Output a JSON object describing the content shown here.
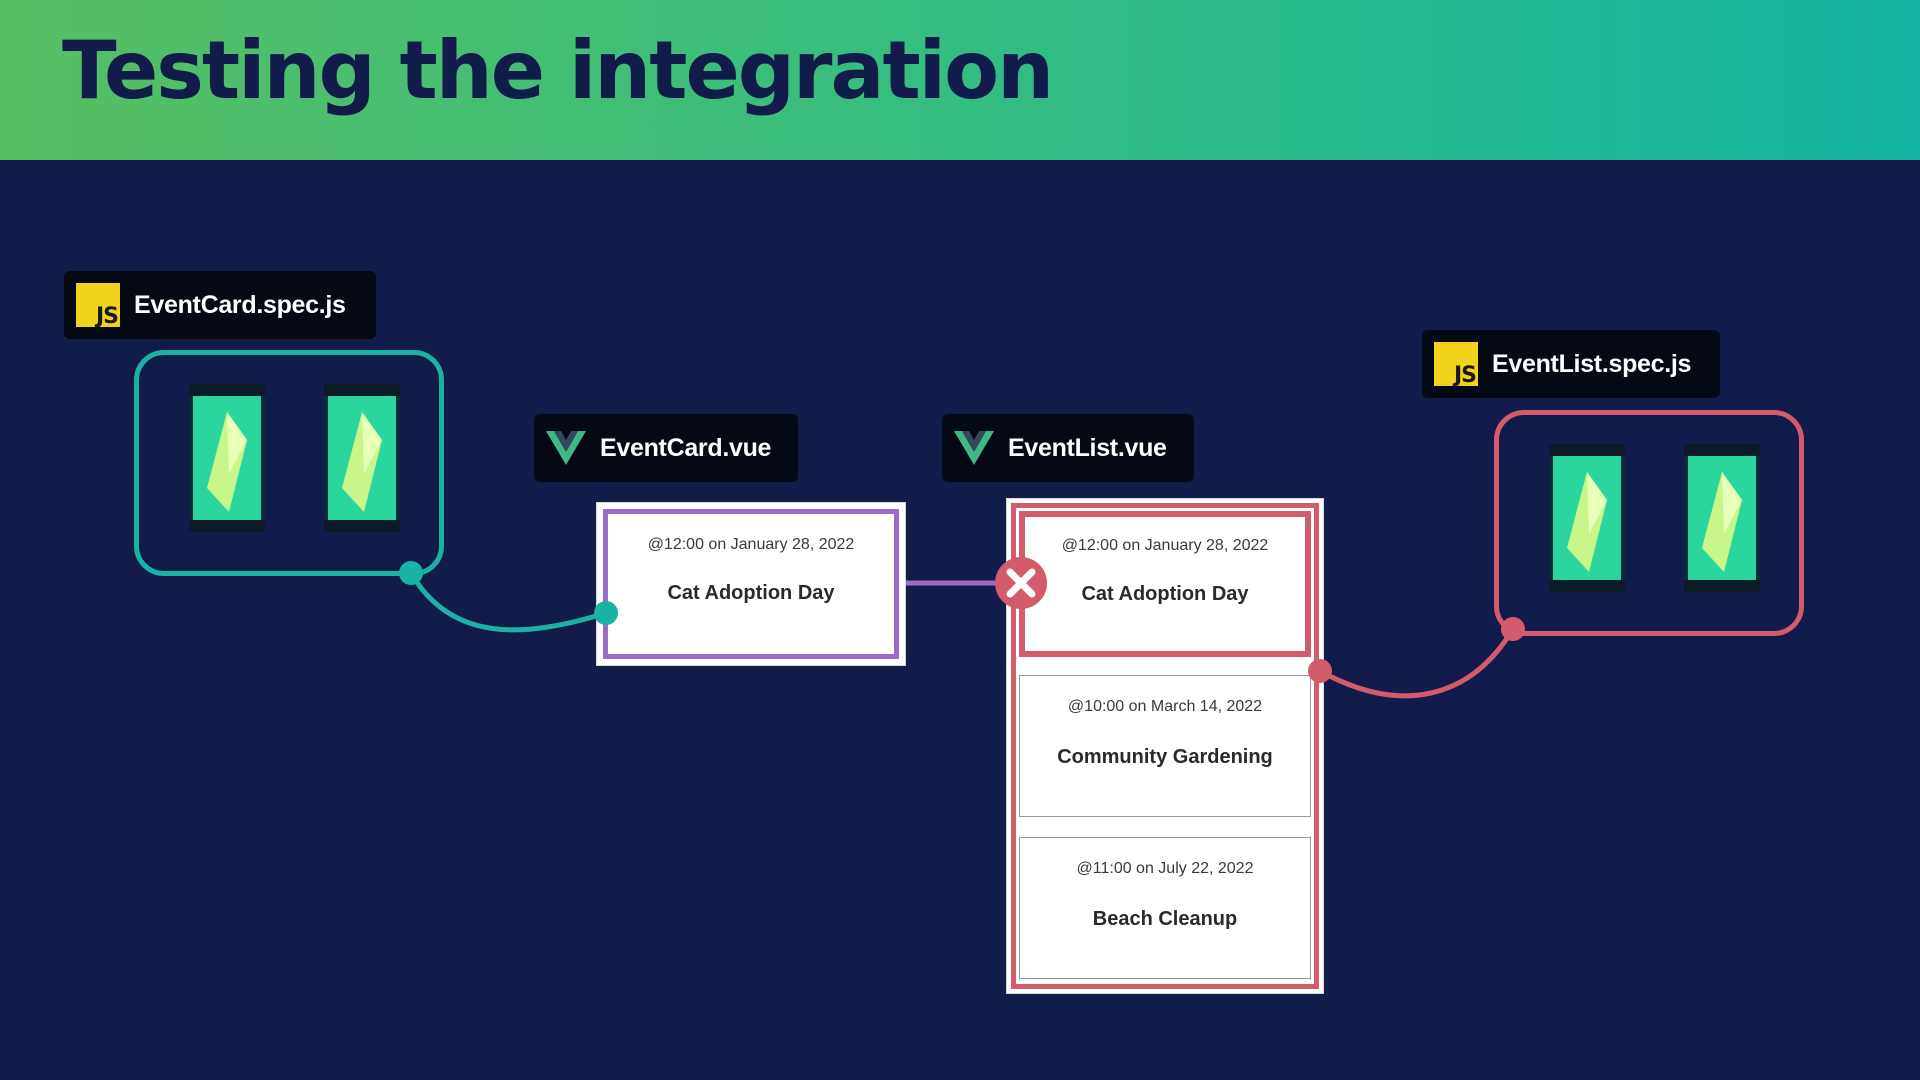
{
  "slide": {
    "title": "Testing the integration"
  },
  "labels": {
    "event_card_spec": "EventCard.spec.js",
    "event_card_vue": "EventCard.vue",
    "event_list_vue": "EventList.vue",
    "event_list_spec": "EventList.spec.js",
    "js_badge": "JS"
  },
  "event_card": {
    "date": "@12:00 on January 28, 2022",
    "title": "Cat Adoption Day"
  },
  "event_list": {
    "items": [
      {
        "date": "@12:00 on January 28, 2022",
        "title": "Cat Adoption Day"
      },
      {
        "date": "@10:00 on March 14, 2022",
        "title": "Community Gardening"
      },
      {
        "date": "@11:00 on July 22, 2022",
        "title": "Beach Cleanup"
      }
    ]
  },
  "colors": {
    "background": "#121c4a",
    "teal": "#1bb2a6",
    "purple": "#9b6bc7",
    "red": "#d35b6c",
    "js_yellow": "#f0d31c",
    "vue_green": "#3fb883"
  },
  "icons": [
    "js-icon",
    "vue-icon",
    "crystal-icon",
    "error-x-icon"
  ]
}
